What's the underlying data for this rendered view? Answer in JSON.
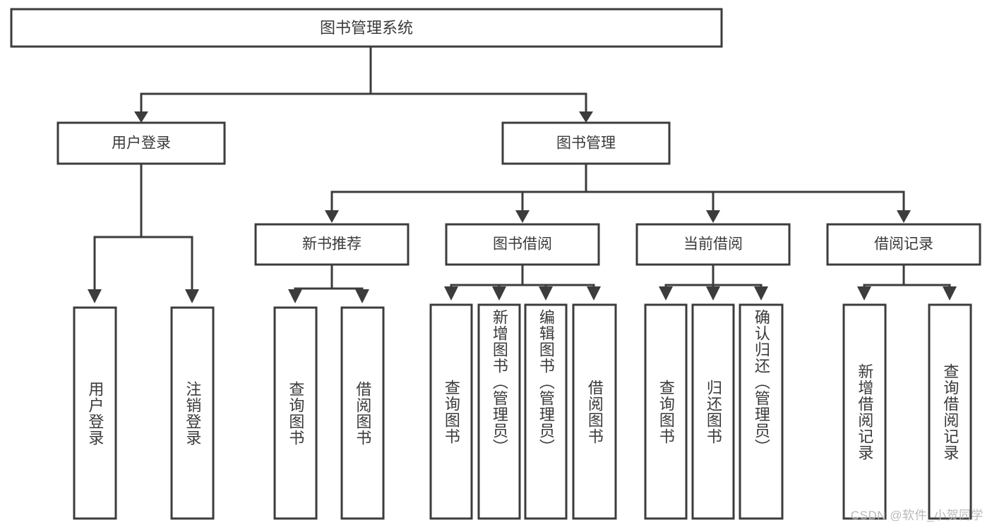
{
  "diagram": {
    "type": "hierarchy-tree",
    "title": "图书管理系统",
    "watermark": "CSDN @软件_小贺同学",
    "colors": {
      "stroke": "#3c3c3c",
      "text": "#3a3a3a",
      "background": "#ffffff",
      "watermark": "#b9b9b9"
    },
    "levels": {
      "root": {
        "label": "图书管理系统"
      },
      "level2": [
        {
          "label": "用户登录"
        },
        {
          "label": "图书管理"
        }
      ],
      "level3": [
        {
          "label": "新书推荐"
        },
        {
          "label": "图书借阅"
        },
        {
          "label": "当前借阅"
        },
        {
          "label": "借阅记录"
        }
      ],
      "leaves": {
        "user_login": [
          {
            "label": "用户登录"
          },
          {
            "label": "注销登录"
          }
        ],
        "new_book_recommend": [
          {
            "label": "查询图书"
          },
          {
            "label": "借阅图书"
          }
        ],
        "book_borrow": [
          {
            "label": "查询图书"
          },
          {
            "label": "新增图书（管理员）"
          },
          {
            "label": "编辑图书（管理员）"
          },
          {
            "label": "借阅图书"
          }
        ],
        "current_borrow": [
          {
            "label": "查询图书"
          },
          {
            "label": "归还图书"
          },
          {
            "label": "确认归还（管理员）"
          }
        ],
        "borrow_record": [
          {
            "label": "新增借阅记录"
          },
          {
            "label": "查询借阅记录"
          }
        ]
      }
    }
  }
}
